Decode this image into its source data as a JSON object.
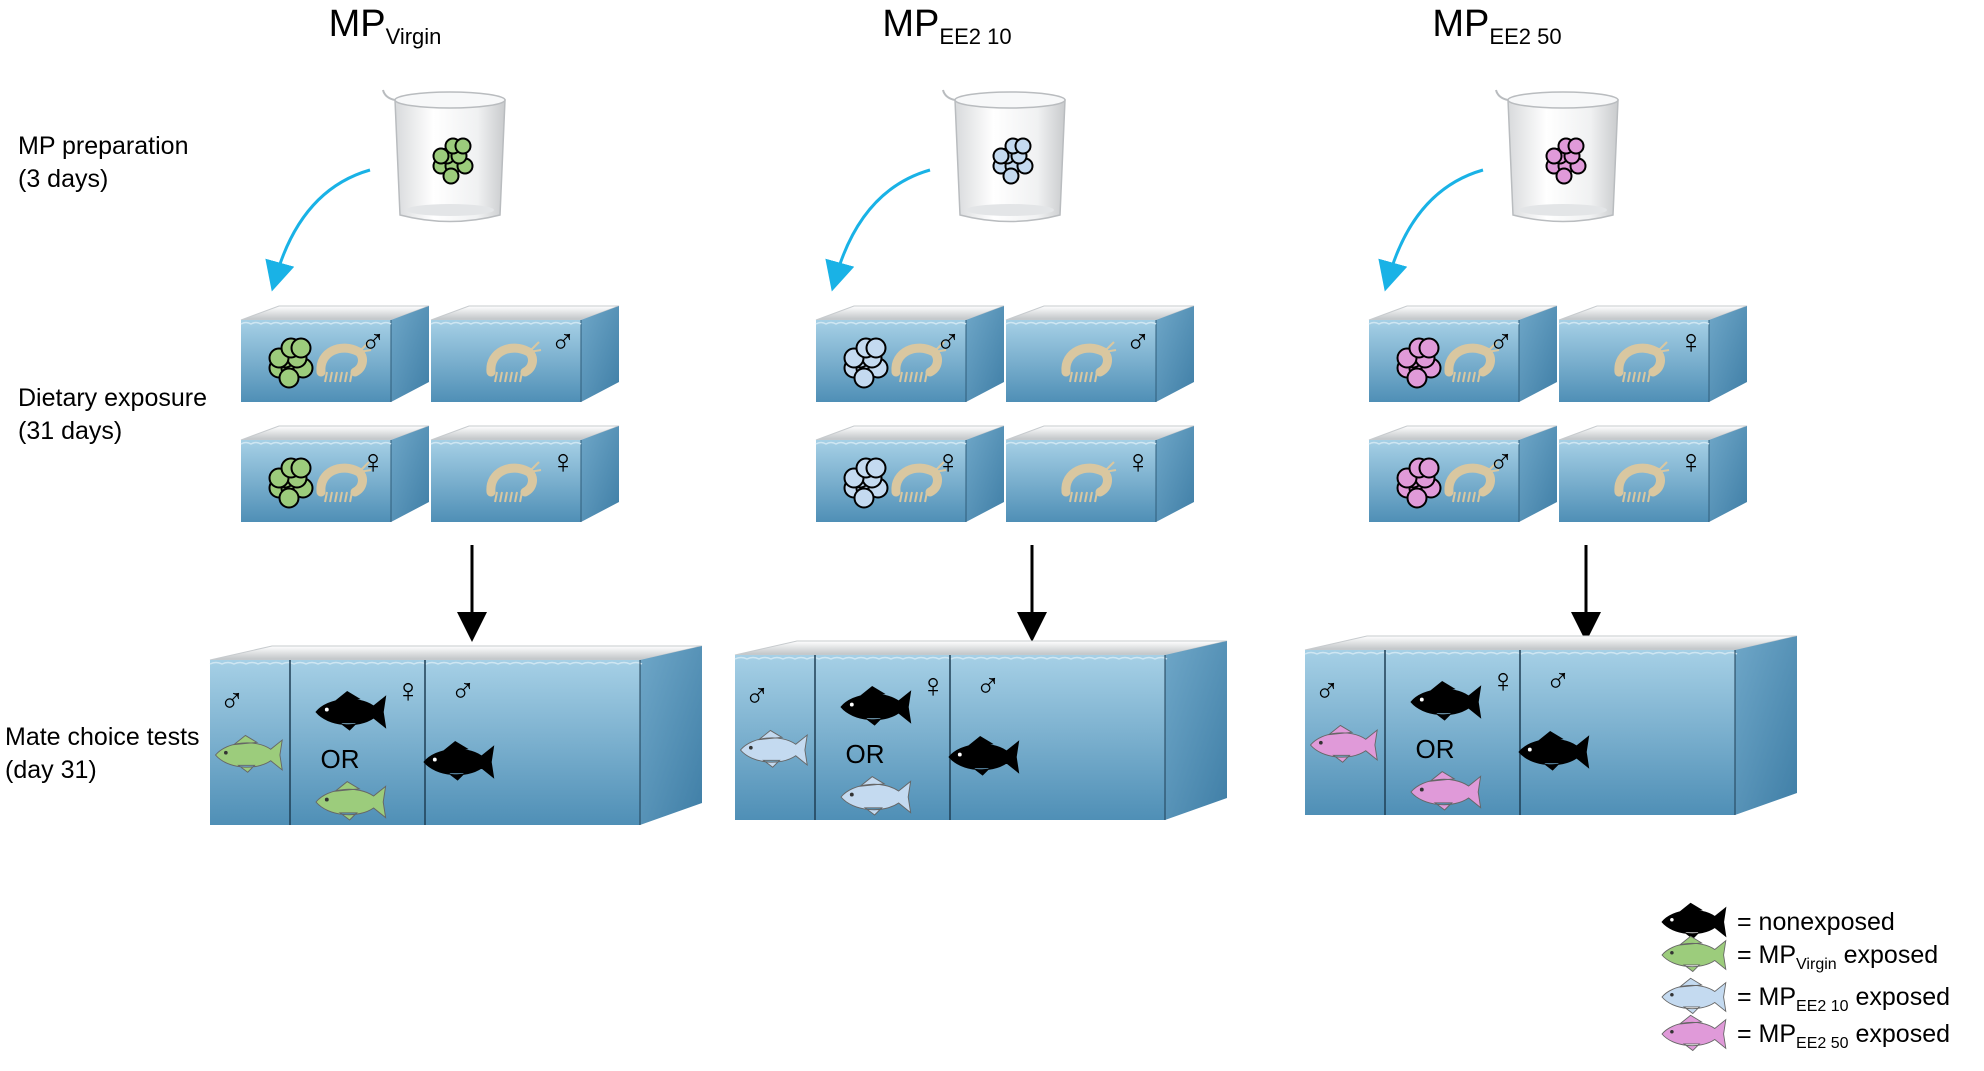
{
  "columns": [
    {
      "id": "virgin",
      "title_main": "MP",
      "title_sub": "Virgin",
      "dietary_sexes": [
        [
          "male",
          "male"
        ],
        [
          "female",
          "female"
        ]
      ],
      "test_left_sex": "male",
      "test_right_sex": "male",
      "test_center_sex": "female"
    },
    {
      "id": "ee2_10",
      "title_main": "MP",
      "title_sub": "EE2 10",
      "dietary_sexes": [
        [
          "male",
          "male"
        ],
        [
          "female",
          "female"
        ]
      ],
      "test_left_sex": "male",
      "test_right_sex": "male",
      "test_center_sex": "female"
    },
    {
      "id": "ee2_50",
      "title_main": "MP",
      "title_sub": "EE2 50",
      "dietary_sexes": [
        [
          "male",
          "female"
        ],
        [
          "male",
          "female"
        ]
      ],
      "test_left_sex": "male",
      "test_right_sex": "male",
      "test_center_sex": "female"
    }
  ],
  "stages": {
    "prep": {
      "line1": "MP preparation",
      "line2": "(3 days)"
    },
    "diet": {
      "line1": "Dietary exposure",
      "line2": "(31 days)"
    },
    "test": {
      "line1": "Mate choice tests",
      "line2": "(day 31)"
    }
  },
  "or_label": "OR",
  "symbols": {
    "male": "♂",
    "female": "♀"
  },
  "colors": {
    "virgin": "#9ccc7c",
    "ee2_10": "#c4daf0",
    "ee2_50": "#e09ad9",
    "nonexposed": "#000000",
    "arrow_curve": "#19b2e6",
    "water": "#72aacb"
  },
  "legend": [
    {
      "key": "nonexposed",
      "prefix": "= nonexposed",
      "sub": "",
      "suffix": ""
    },
    {
      "key": "virgin",
      "prefix": "= MP",
      "sub": "Virgin",
      "suffix": " exposed"
    },
    {
      "key": "ee2_10",
      "prefix": "= MP",
      "sub": "EE2 10",
      "suffix": " exposed"
    },
    {
      "key": "ee2_50",
      "prefix": "= MP",
      "sub": "EE2 50",
      "suffix": " exposed"
    }
  ]
}
